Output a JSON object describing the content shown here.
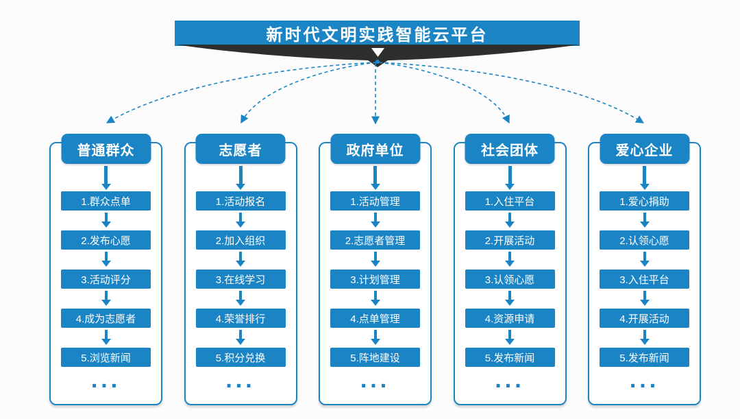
{
  "title": "新时代文明实践智能云平台",
  "colors": {
    "primary_blue": "#1b84c5",
    "ribbon_dark": "#2e2e2e",
    "text_on_blue": "#ffffff"
  },
  "columns": [
    {
      "header": "普通群众",
      "items": [
        "1.群众点单",
        "2.发布心愿",
        "3.活动评分",
        "4.成为志愿者",
        "5.浏览新闻"
      ],
      "more_label": "..."
    },
    {
      "header": "志愿者",
      "items": [
        "1.活动报名",
        "2.加入组织",
        "3.在线学习",
        "4.荣誉排行",
        "5.积分兑换"
      ],
      "more_label": "..."
    },
    {
      "header": "政府单位",
      "items": [
        "1.活动管理",
        "2.志愿者管理",
        "3.计划管理",
        "4.点单管理",
        "5.阵地建设"
      ],
      "more_label": "..."
    },
    {
      "header": "社会团体",
      "items": [
        "1.入住平台",
        "2.开展活动",
        "3.认领心愿",
        "4.资源申请",
        "5.发布新闻"
      ],
      "more_label": "..."
    },
    {
      "header": "爱心企业",
      "items": [
        "1.爱心捐助",
        "2.认领心愿",
        "3.入住平台",
        "4.开展活动",
        "5.发布新闻"
      ],
      "more_label": "..."
    }
  ]
}
